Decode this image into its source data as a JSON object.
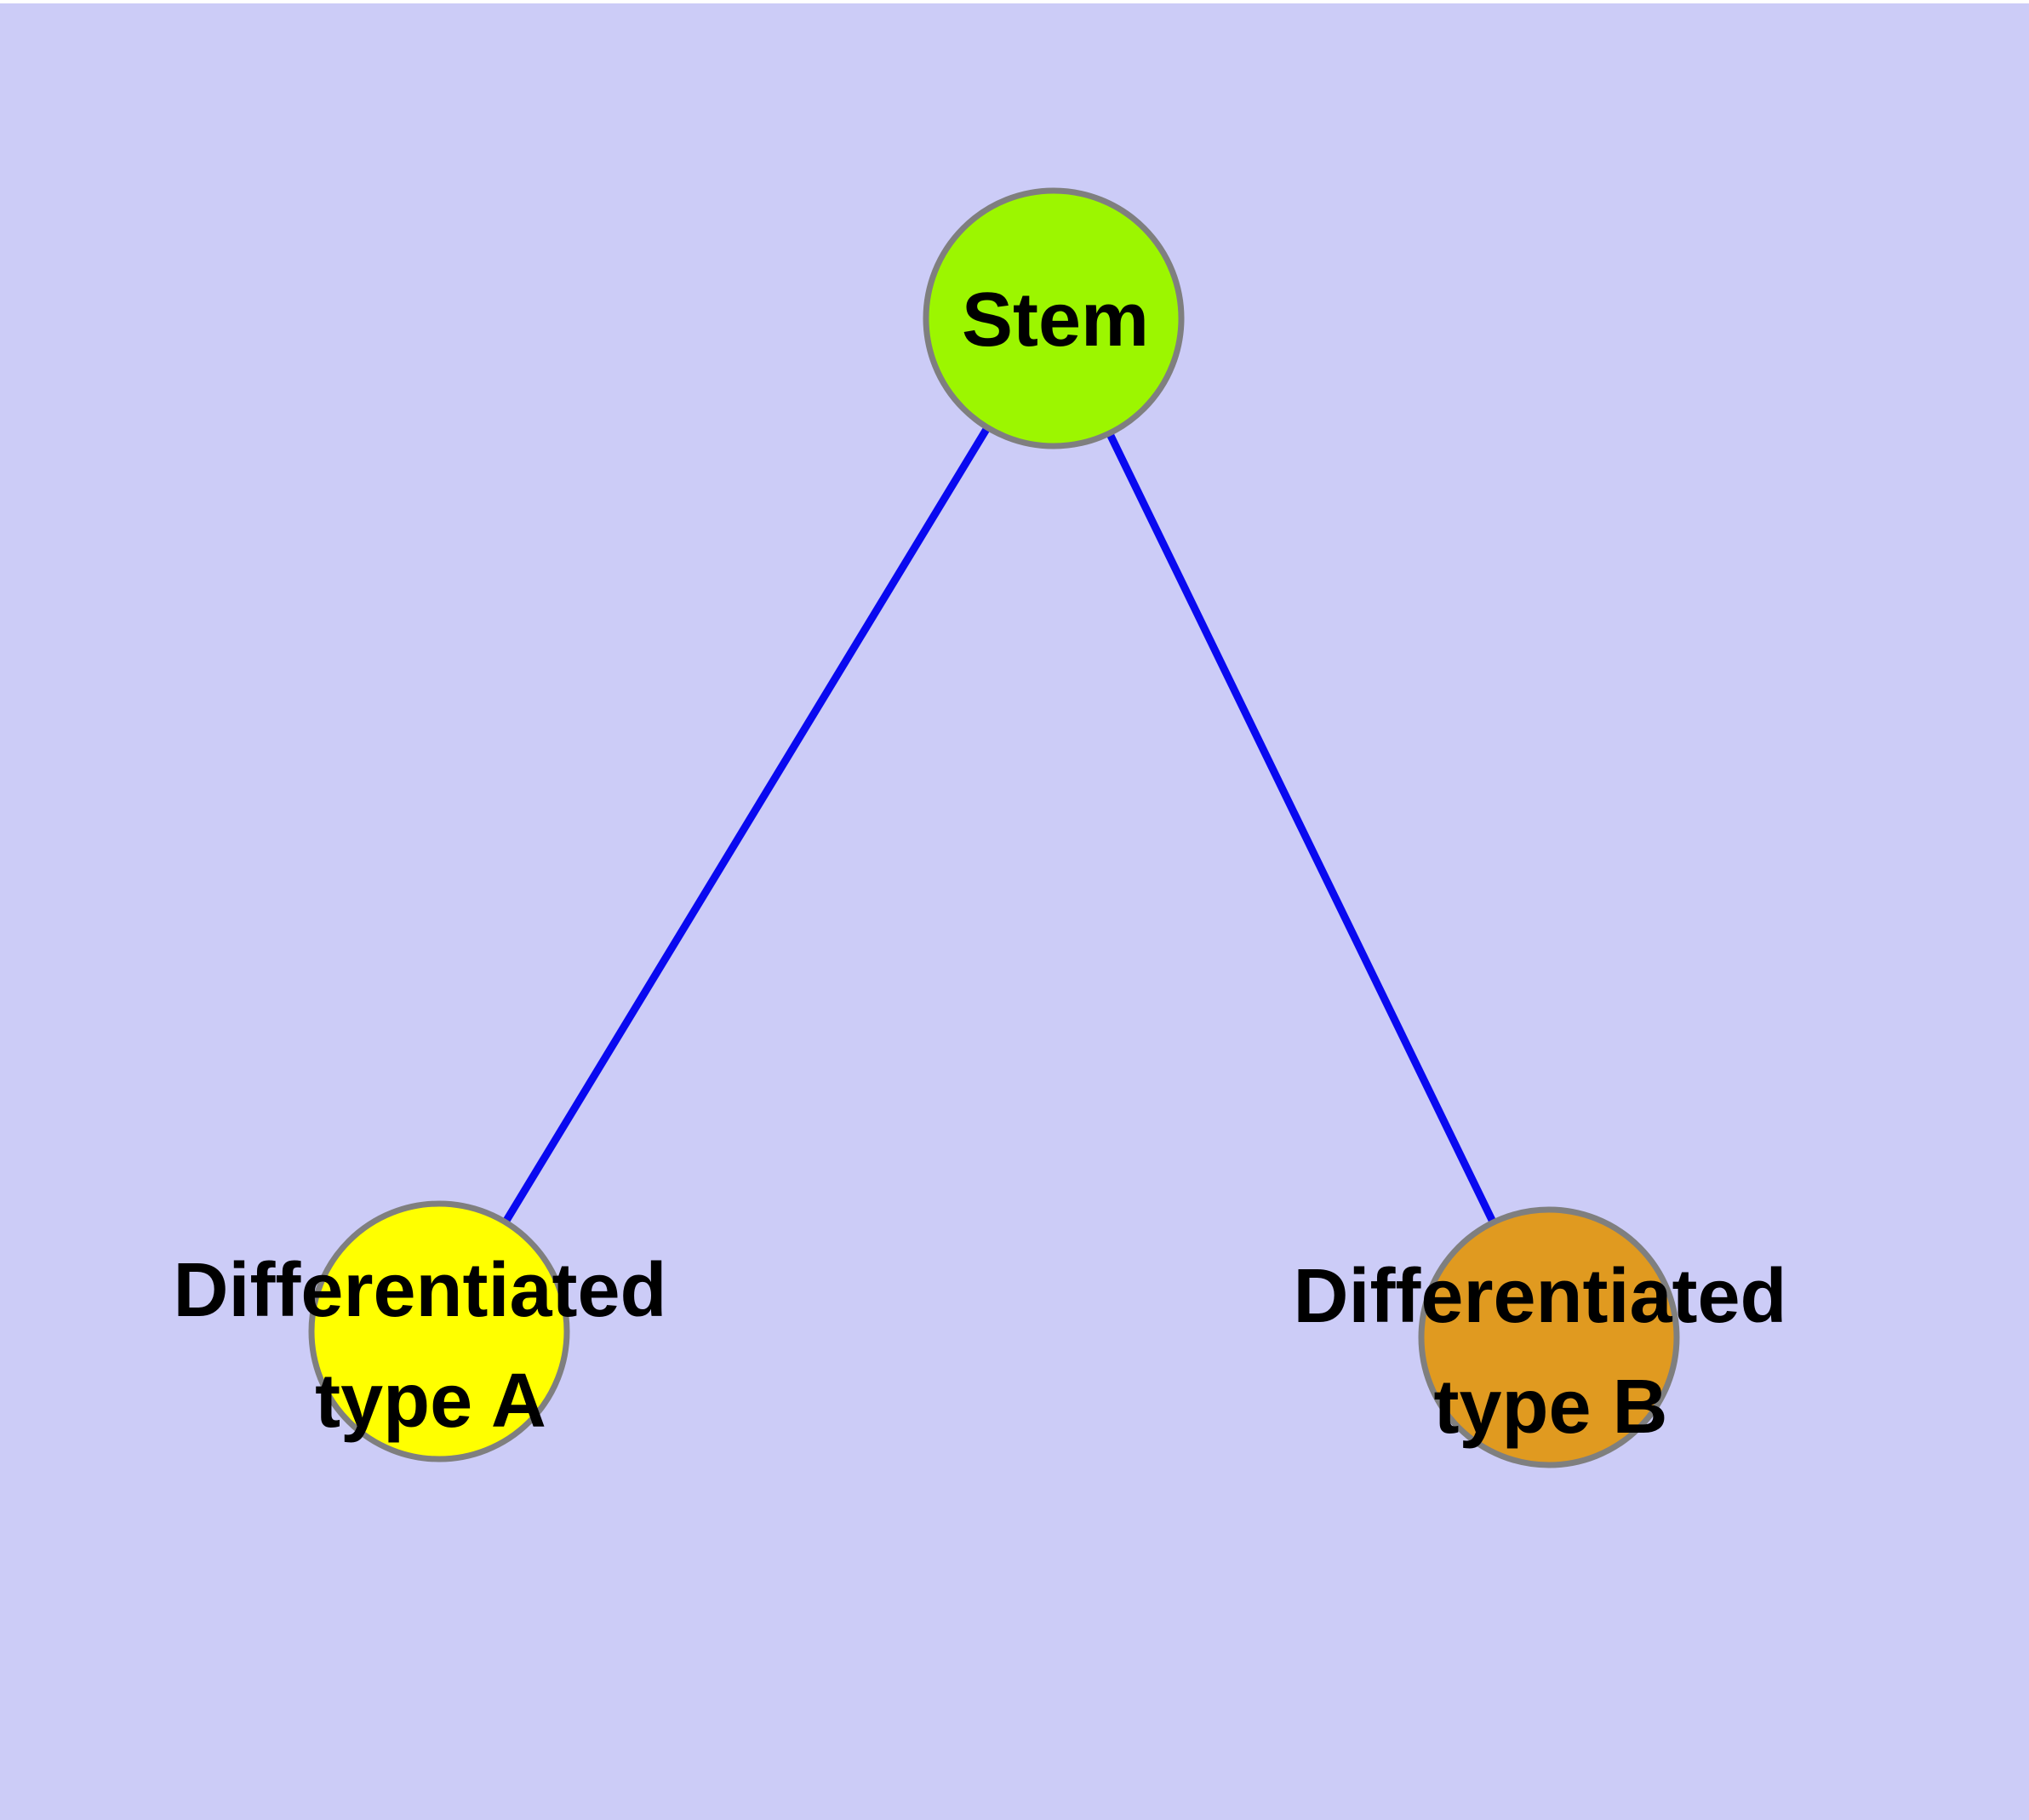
{
  "diagram": {
    "type": "node-link-graph",
    "colors": {
      "background": "#CCCCF7",
      "top_strip": "#FFFFFF",
      "edge": "#0909F0",
      "node_border": "#7F7F7F",
      "label": "#000000"
    },
    "nodes": [
      {
        "id": "stem",
        "label": "Stem",
        "label_lines": [
          "Stem"
        ],
        "fill": "#9CF600"
      },
      {
        "id": "differentiated-type-a",
        "label": "Differentiated type A",
        "label_lines": [
          "Differentiated",
          "type A"
        ],
        "fill": "#FFFF00"
      },
      {
        "id": "differentiated-type-b",
        "label": "Differentiated type B",
        "label_lines": [
          "Differentiated",
          "type B"
        ],
        "fill": "#E09A20"
      }
    ],
    "edges": [
      {
        "from": "Stem",
        "to": "Differentiated type A"
      },
      {
        "from": "Stem",
        "to": "Differentiated type B"
      }
    ]
  }
}
